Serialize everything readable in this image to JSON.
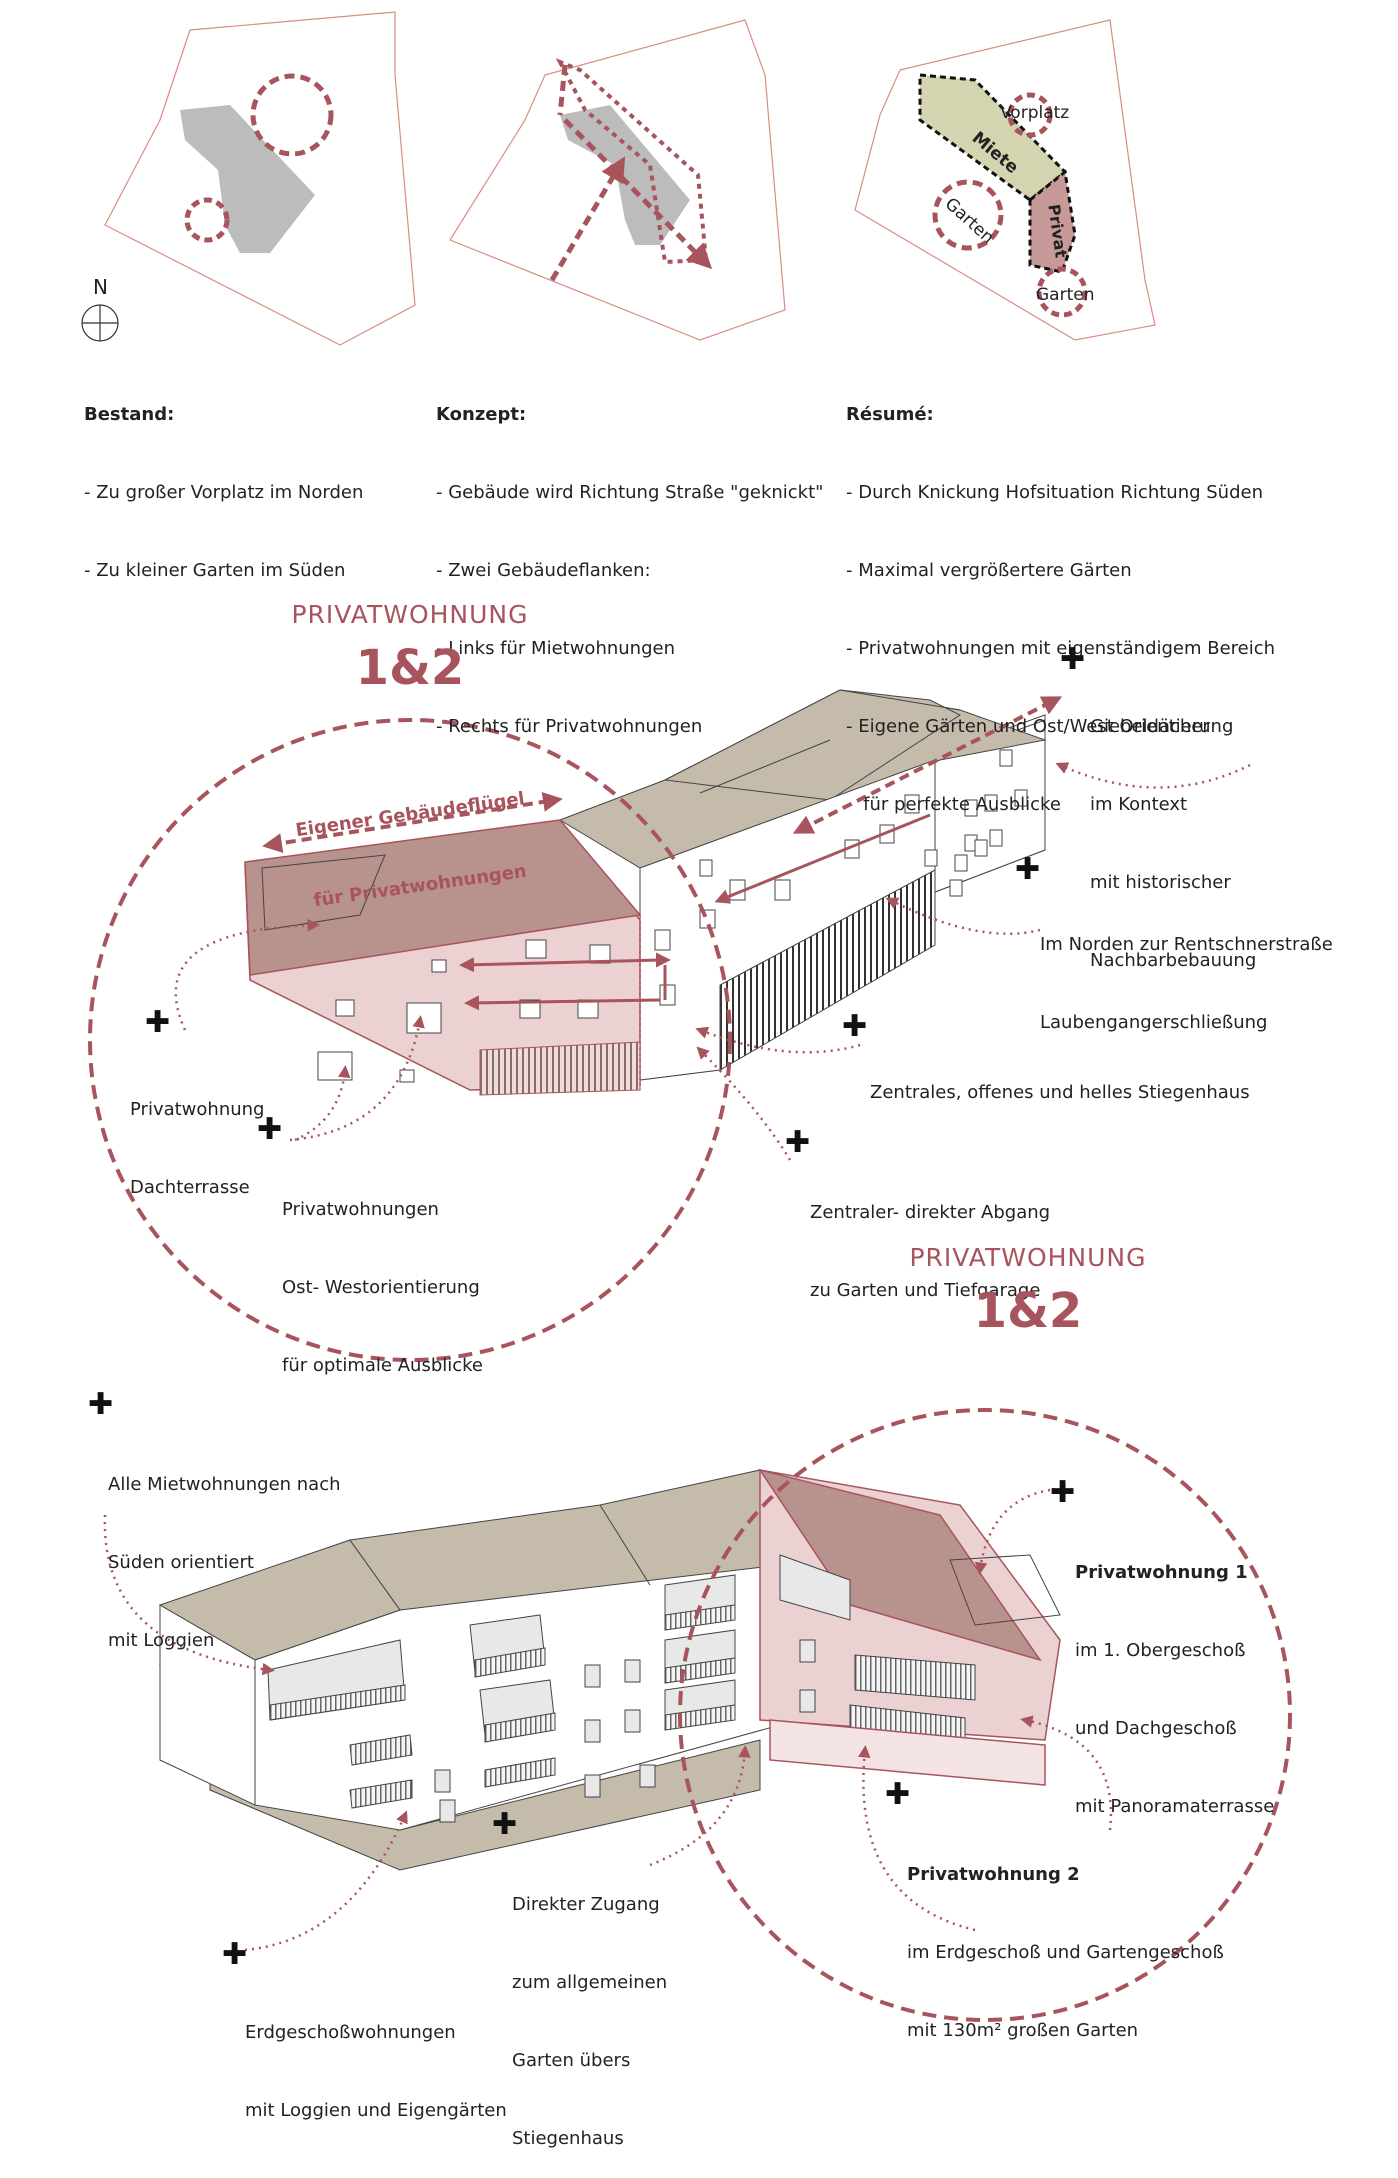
{
  "colors": {
    "accent": "#a8545c",
    "dashed": "#a8545c",
    "roof": "#c4bbab",
    "roof_highlight": "#b8928c",
    "pink_fill": "#ecd1d3",
    "miete_fill": "#d5d4b0",
    "privat_fill": "#c79a99",
    "building_grey": "#bcbcbc",
    "site_outline": "#d98d82"
  },
  "north": {
    "label": "N"
  },
  "plans": [
    {
      "heading": "Bestand:",
      "lines": [
        "- Zu großer Vorplatz im Norden",
        "- Zu kleiner Garten im Süden"
      ]
    },
    {
      "heading": "Konzept:",
      "lines": [
        "- Gebäude wird Richtung Straße \"geknickt\"",
        "- Zwei Gebäudeflanken:",
        "- Links für Mietwohnungen",
        "- Rechts für Privatwohnungen"
      ]
    },
    {
      "heading": "Résumé:",
      "lines": [
        "- Durch Knickung Hofsituation Richtung Süden",
        "- Maximal vergrößertere Gärten",
        "- Privatwohnungen mit eigenständigem Bereich",
        "- Eigene Gärten und Ost/West Orientierung",
        "   für perfekte Ausblicke"
      ]
    }
  ],
  "plan3_labels": {
    "vorplatz": "Vorplatz",
    "miete": "Miete",
    "privat": "Privat",
    "garten_left": "Garten",
    "garten_bottom": "Garten"
  },
  "iso1": {
    "heading_small": "PRIVATWOHNUNG",
    "heading_large": "1&2",
    "wing_label": [
      "Eigener Gebäudeflügel",
      "für Privatwohnungen"
    ],
    "annotations": {
      "giebel": [
        "Giebeldächer",
        "im Kontext",
        "mit historischer",
        "Nachbarbebauung"
      ],
      "norden": [
        "Im Norden zur Rentschnerstraße",
        "Laubengangerschließung"
      ],
      "stiegenhaus": [
        "Zentrales, offenes und helles Stiegenhaus"
      ],
      "abgang": [
        "Zentraler- direkter Abgang",
        "zu Garten und Tiefgarage"
      ],
      "dachterrasse": [
        "Privatwohnung",
        "Dachterrasse"
      ],
      "ostwest": [
        "Privatwohnungen",
        "Ost- Westorientierung",
        "für optimale Ausblicke"
      ]
    }
  },
  "iso2": {
    "heading_small": "PRIVATWOHNUNG",
    "heading_large": "1&2",
    "annotations": {
      "sueden": [
        "Alle Mietwohnungen nach",
        "Süden orientiert",
        "mit Loggien"
      ],
      "pw1_title": "Privatwohnung 1",
      "pw1": [
        "im 1. Obergeschoß",
        "und Dachgeschoß",
        "mit Panoramaterrasse"
      ],
      "pw2_title": "Privatwohnung 2",
      "pw2": [
        "im Erdgeschoß und Gartengeschoß",
        "mit 130m² großen Garten"
      ],
      "zugang": [
        "Direkter Zugang",
        "zum allgemeinen",
        "Garten übers",
        "Stiegenhaus"
      ],
      "erdgeschoss": [
        "Erdgeschoßwohnungen",
        "mit Loggien und Eigengärten"
      ]
    }
  }
}
